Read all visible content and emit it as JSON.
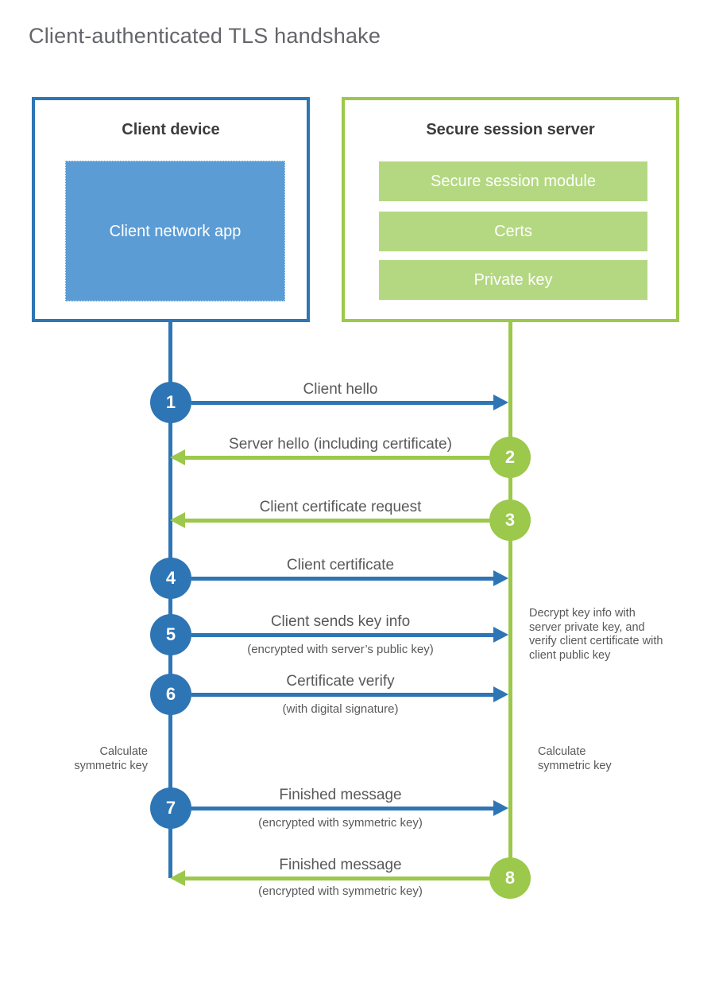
{
  "page_title": "Client-authenticated TLS handshake",
  "colors": {
    "blue": "#2e75b5",
    "blue-fill": "#5b9cd5",
    "green": "#9cc84b",
    "green-fill": "#b4d881",
    "text": "#58595b",
    "heading": "#3b3c3e"
  },
  "client": {
    "title": "Client device",
    "app_label": "Client network app"
  },
  "server": {
    "title": "Secure session server",
    "modules": [
      "Secure session module",
      "Certs",
      "Private key"
    ]
  },
  "steps": [
    {
      "num": "1",
      "label": "Client hello",
      "sub": "",
      "direction": "right",
      "color": "blue"
    },
    {
      "num": "2",
      "label": "Server hello (including certificate)",
      "sub": "",
      "direction": "left",
      "color": "green"
    },
    {
      "num": "3",
      "label": "Client certificate request",
      "sub": "",
      "direction": "left",
      "color": "green"
    },
    {
      "num": "4",
      "label": "Client certificate",
      "sub": "",
      "direction": "right",
      "color": "blue"
    },
    {
      "num": "5",
      "label": "Client sends key info",
      "sub": "(encrypted with server’s public key)",
      "direction": "right",
      "color": "blue"
    },
    {
      "num": "6",
      "label": "Certificate verify",
      "sub": "(with digital signature)",
      "direction": "right",
      "color": "blue"
    },
    {
      "num": "7",
      "label": "Finished message",
      "sub": "(encrypted with symmetric key)",
      "direction": "right",
      "color": "blue"
    },
    {
      "num": "8",
      "label": "Finished message",
      "sub": "(encrypted with symmetric key)",
      "direction": "left",
      "color": "green"
    }
  ],
  "annotations": {
    "decrypt_note": "Decrypt key info with server private key, and verify client certificate with client public key",
    "calc_left": "Calculate symmetric key",
    "calc_right": "Calculate symmetric key"
  }
}
